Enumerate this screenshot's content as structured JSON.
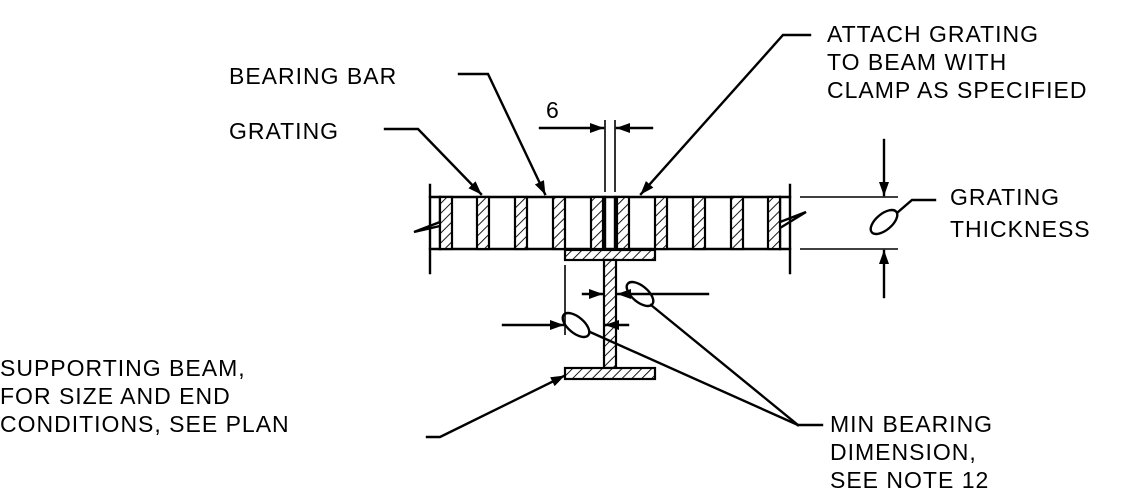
{
  "labels": {
    "bearing_bar": "BEARING BAR",
    "grating": "GRATING",
    "attach": [
      "ATTACH GRATING",
      "TO BEAM WITH",
      "CLAMP AS SPECIFIED"
    ],
    "gap_dim": "6",
    "thickness": [
      "GRATING",
      "THICKNESS"
    ],
    "supporting_beam": [
      "SUPPORTING BEAM,",
      "FOR SIZE AND END",
      "CONDITIONS, SEE PLAN"
    ],
    "min_bearing": [
      "MIN BEARING",
      "DIMENSION,",
      "SEE NOTE 12"
    ]
  }
}
